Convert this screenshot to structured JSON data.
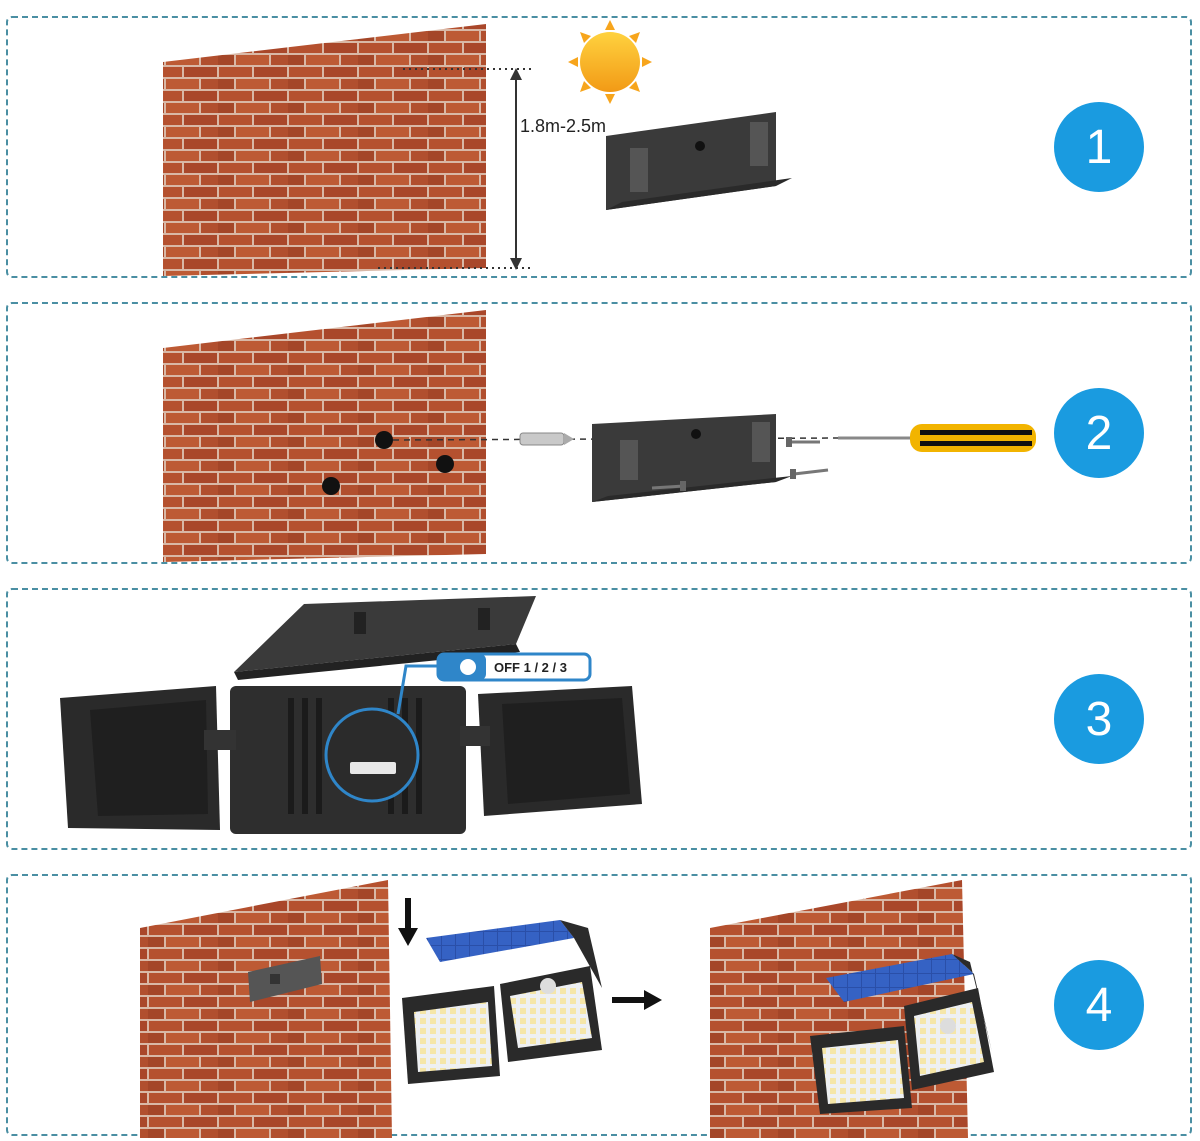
{
  "steps": [
    {
      "number": "1"
    },
    {
      "number": "2"
    },
    {
      "number": "3"
    },
    {
      "number": "4"
    }
  ],
  "step1": {
    "height_label": "1.8m-2.5m"
  },
  "step3": {
    "switch_label": "OFF  1 / 2 / 3"
  },
  "colors": {
    "accent": "#1a9be0",
    "border": "#4a8fa3",
    "brick": "#b5512f",
    "mortar": "#d9b8a6",
    "device": "#2e2e2e",
    "handle": "#f2b400"
  }
}
